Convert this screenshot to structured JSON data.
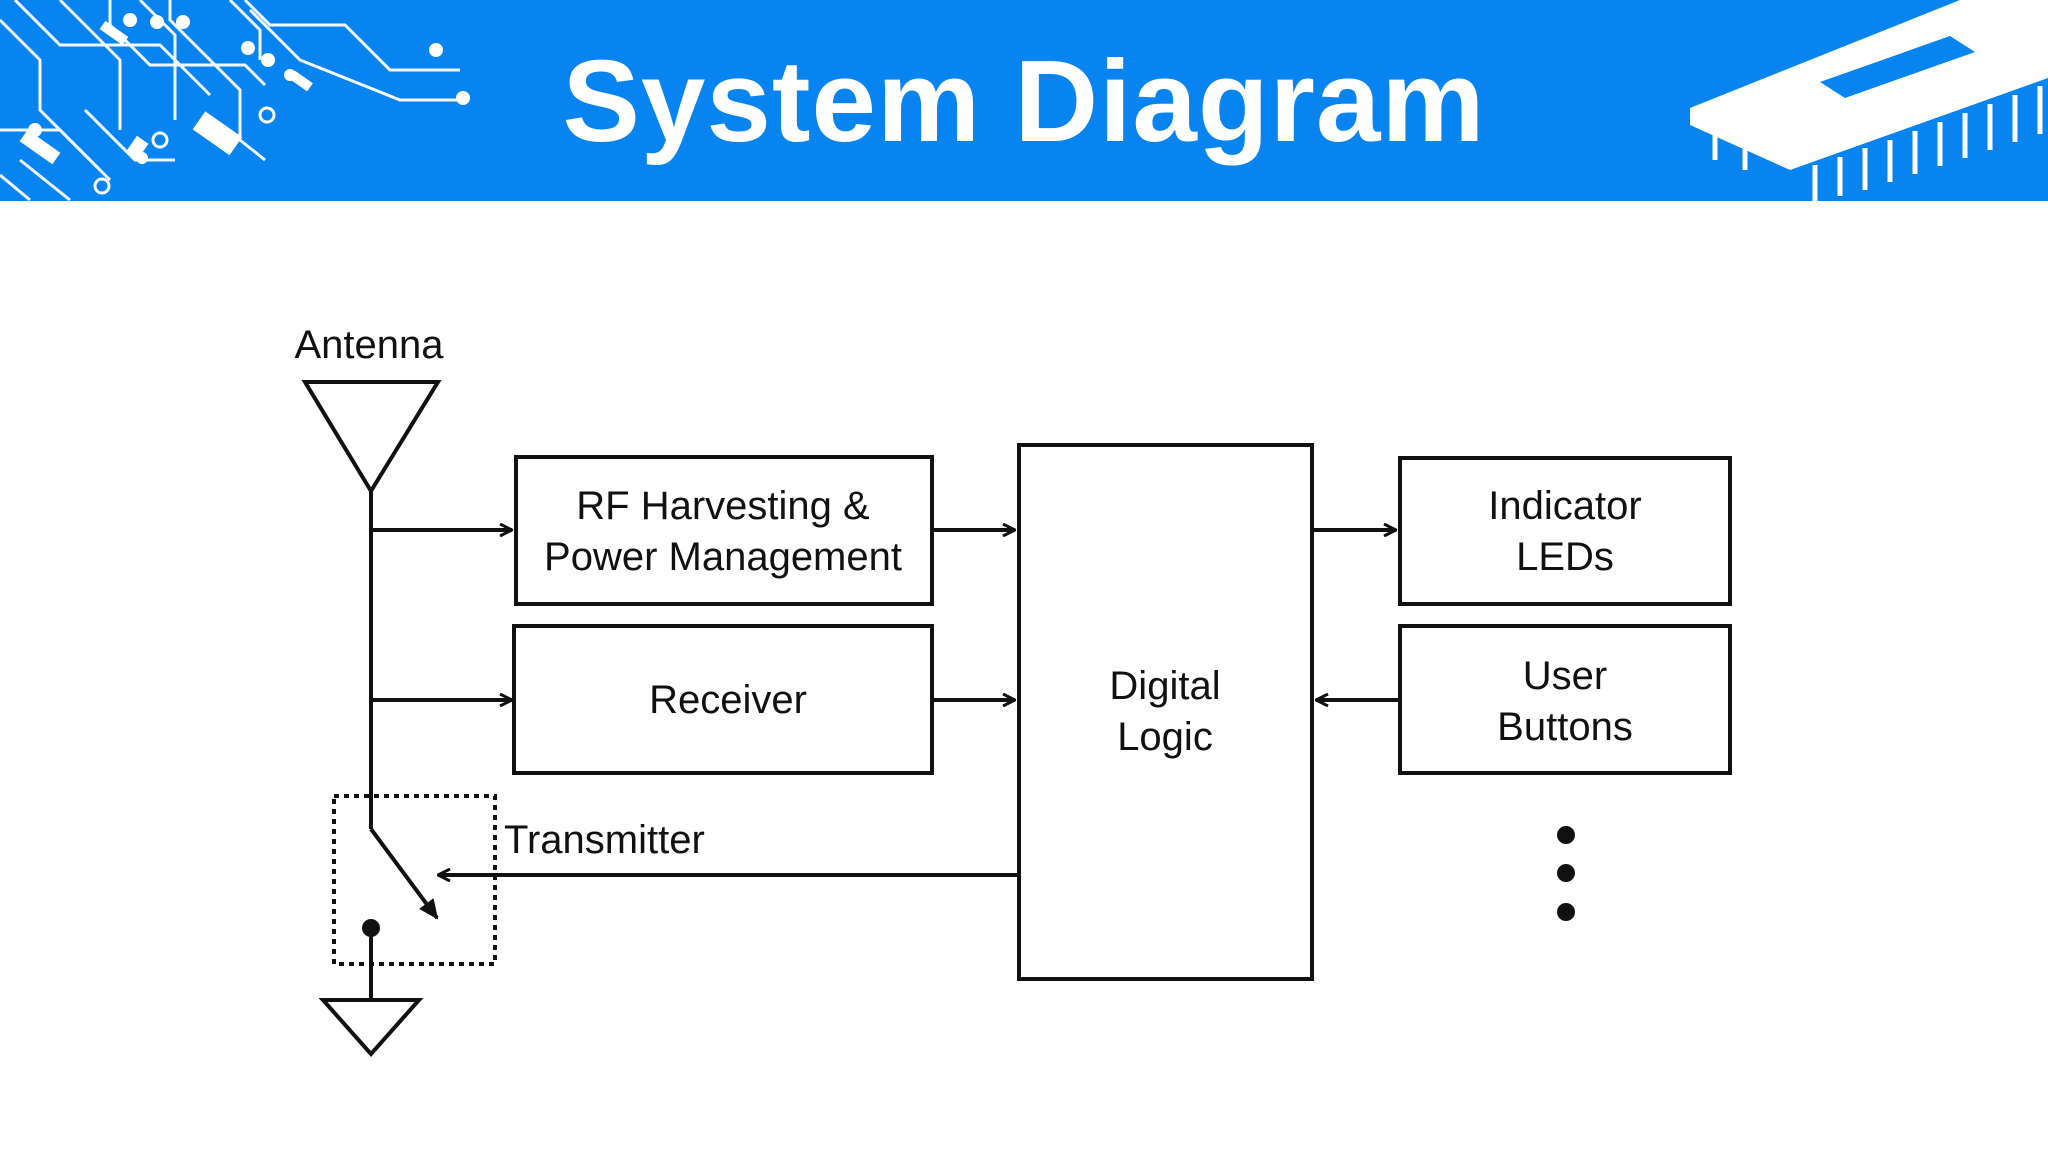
{
  "title": "System Diagram",
  "colors": {
    "banner": "#0784f0",
    "ink": "#111111",
    "decor": "#ffffff"
  },
  "diagram": {
    "antenna": "Antenna",
    "rf_line1": "RF Harvesting &",
    "rf_line2": "Power Management",
    "receiver": "Receiver",
    "digital_line1": "Digital",
    "digital_line2": "Logic",
    "leds_line1": "Indicator",
    "leds_line2": "LEDs",
    "buttons_line1": "User",
    "buttons_line2": "Buttons",
    "transmitter": "Transmitter"
  }
}
